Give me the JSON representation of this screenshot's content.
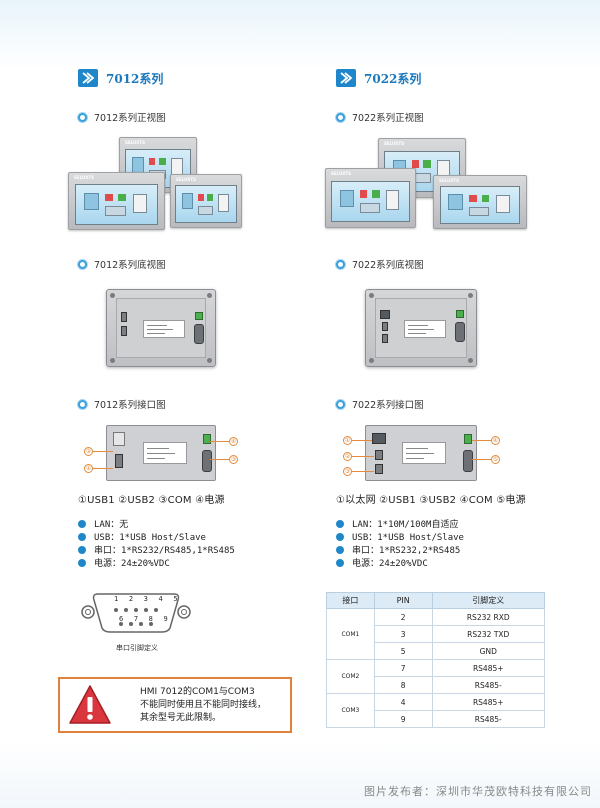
{
  "left": {
    "series_title": "7012系列",
    "front_label": "7012系列正视图",
    "bottom_label": "7012系列底视图",
    "iface_label": "7012系列接口图",
    "ports_legend": "①USB1 ②USB2 ③COM ④电源",
    "specs": [
      "LAN：无",
      "USB：1*USB Host/Slave",
      "串口：1*RS232/RS485,1*RS485",
      "电源：24±20%VDC"
    ],
    "connector": {
      "top_pins": "1 2 3 4 5",
      "bottom_pins": "6 7 8 9",
      "caption": "串口引脚定义"
    },
    "warning": {
      "line1": "HMI 7012的COM1与COM3",
      "line2": "不能同时使用且不能同时接线，",
      "line3": "其余型号无此限制。"
    },
    "callouts": [
      "②",
      "①",
      "④",
      "③"
    ]
  },
  "right": {
    "series_title": "7022系列",
    "front_label": "7022系列正视图",
    "bottom_label": "7022系列底视图",
    "iface_label": "7022系列接口图",
    "ports_legend": "①以太网 ②USB1 ③USB2 ④COM ⑤电源",
    "specs": [
      "LAN：1*10M/100M自适应",
      "USB：1*USB Host/Slave",
      "串口：1*RS232,2*RS485",
      "电源：24±20%VDC"
    ],
    "callouts": [
      "①",
      "②",
      "③",
      "④",
      "⑤"
    ]
  },
  "device_logo": "SELUXTS",
  "pin_table": {
    "headers": [
      "接口",
      "PIN",
      "引脚定义"
    ],
    "groups": [
      {
        "name": "COM1",
        "rows": [
          [
            "2",
            "RS232 RXD"
          ],
          [
            "3",
            "RS232 TXD"
          ],
          [
            "5",
            "GND"
          ]
        ]
      },
      {
        "name": "COM2",
        "rows": [
          [
            "7",
            "RS485+"
          ],
          [
            "8",
            "RS485-"
          ]
        ]
      },
      {
        "name": "COM3",
        "rows": [
          [
            "4",
            "RS485+"
          ],
          [
            "9",
            "RS485-"
          ]
        ]
      }
    ]
  },
  "credit": "图片发布者：深圳市华茂欧特科技有限公司",
  "colors": {
    "accent": "#1f87c9",
    "warning": "#e0823c",
    "warning_icon": "#d9363e"
  }
}
